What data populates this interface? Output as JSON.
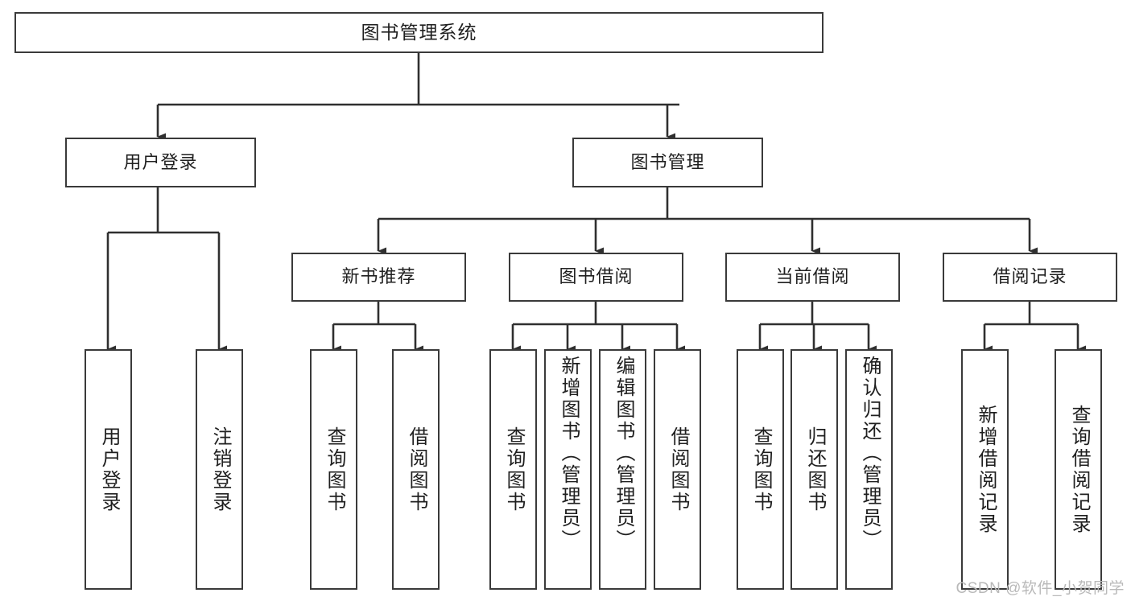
{
  "diagram": {
    "type": "tree-hierarchy",
    "title": "图书管理系统",
    "watermark": "CSDN @软件_小贺同学",
    "colors": {
      "box_border": "#3a3a3a",
      "box_fill": "#ffffff",
      "connector": "#2f2f2f",
      "text": "#1f1f1f",
      "watermark": "#b9b9b9",
      "background": "#ffffff"
    },
    "nodes": {
      "root": {
        "label": "图书管理系统",
        "level": 0,
        "orientation": "horizontal"
      },
      "level1": [
        {
          "id": "user-login",
          "label": "用户登录",
          "orientation": "horizontal"
        },
        {
          "id": "book-management",
          "label": "图书管理",
          "orientation": "horizontal"
        }
      ],
      "level2": [
        {
          "id": "new-book-recommend",
          "label": "新书推荐",
          "orientation": "horizontal",
          "parent": "book-management"
        },
        {
          "id": "book-borrow",
          "label": "图书借阅",
          "orientation": "horizontal",
          "parent": "book-management"
        },
        {
          "id": "current-borrow",
          "label": "当前借阅",
          "orientation": "horizontal",
          "parent": "book-management"
        },
        {
          "id": "borrow-record",
          "label": "借阅记录",
          "orientation": "horizontal",
          "parent": "book-management"
        }
      ],
      "leaves": [
        {
          "id": "leaf-user-login",
          "label": "用户登录",
          "parent": "user-login",
          "orientation": "vertical"
        },
        {
          "id": "leaf-logout-login",
          "label": "注销登录",
          "parent": "user-login",
          "orientation": "vertical"
        },
        {
          "id": "leaf-query-book-1",
          "label": "查询图书",
          "parent": "new-book-recommend",
          "orientation": "vertical"
        },
        {
          "id": "leaf-borrow-book-1",
          "label": "借阅图书",
          "parent": "new-book-recommend",
          "orientation": "vertical"
        },
        {
          "id": "leaf-query-book-2",
          "label": "查询图书",
          "parent": "book-borrow",
          "orientation": "vertical"
        },
        {
          "id": "leaf-add-book",
          "label": "新增图书（管理员）",
          "parent": "book-borrow",
          "orientation": "vertical"
        },
        {
          "id": "leaf-edit-book",
          "label": "编辑图书（管理员）",
          "parent": "book-borrow",
          "orientation": "vertical"
        },
        {
          "id": "leaf-borrow-book-2",
          "label": "借阅图书",
          "parent": "book-borrow",
          "orientation": "vertical"
        },
        {
          "id": "leaf-query-book-3",
          "label": "查询图书",
          "parent": "current-borrow",
          "orientation": "vertical"
        },
        {
          "id": "leaf-return-book",
          "label": "归还图书",
          "parent": "current-borrow",
          "orientation": "vertical"
        },
        {
          "id": "leaf-confirm-return",
          "label": "确认归还（管理员）",
          "parent": "current-borrow",
          "orientation": "vertical"
        },
        {
          "id": "leaf-add-record",
          "label": "新增借阅记录",
          "parent": "borrow-record",
          "orientation": "vertical"
        },
        {
          "id": "leaf-query-record",
          "label": "查询借阅记录",
          "parent": "borrow-record",
          "orientation": "vertical"
        }
      ]
    }
  }
}
